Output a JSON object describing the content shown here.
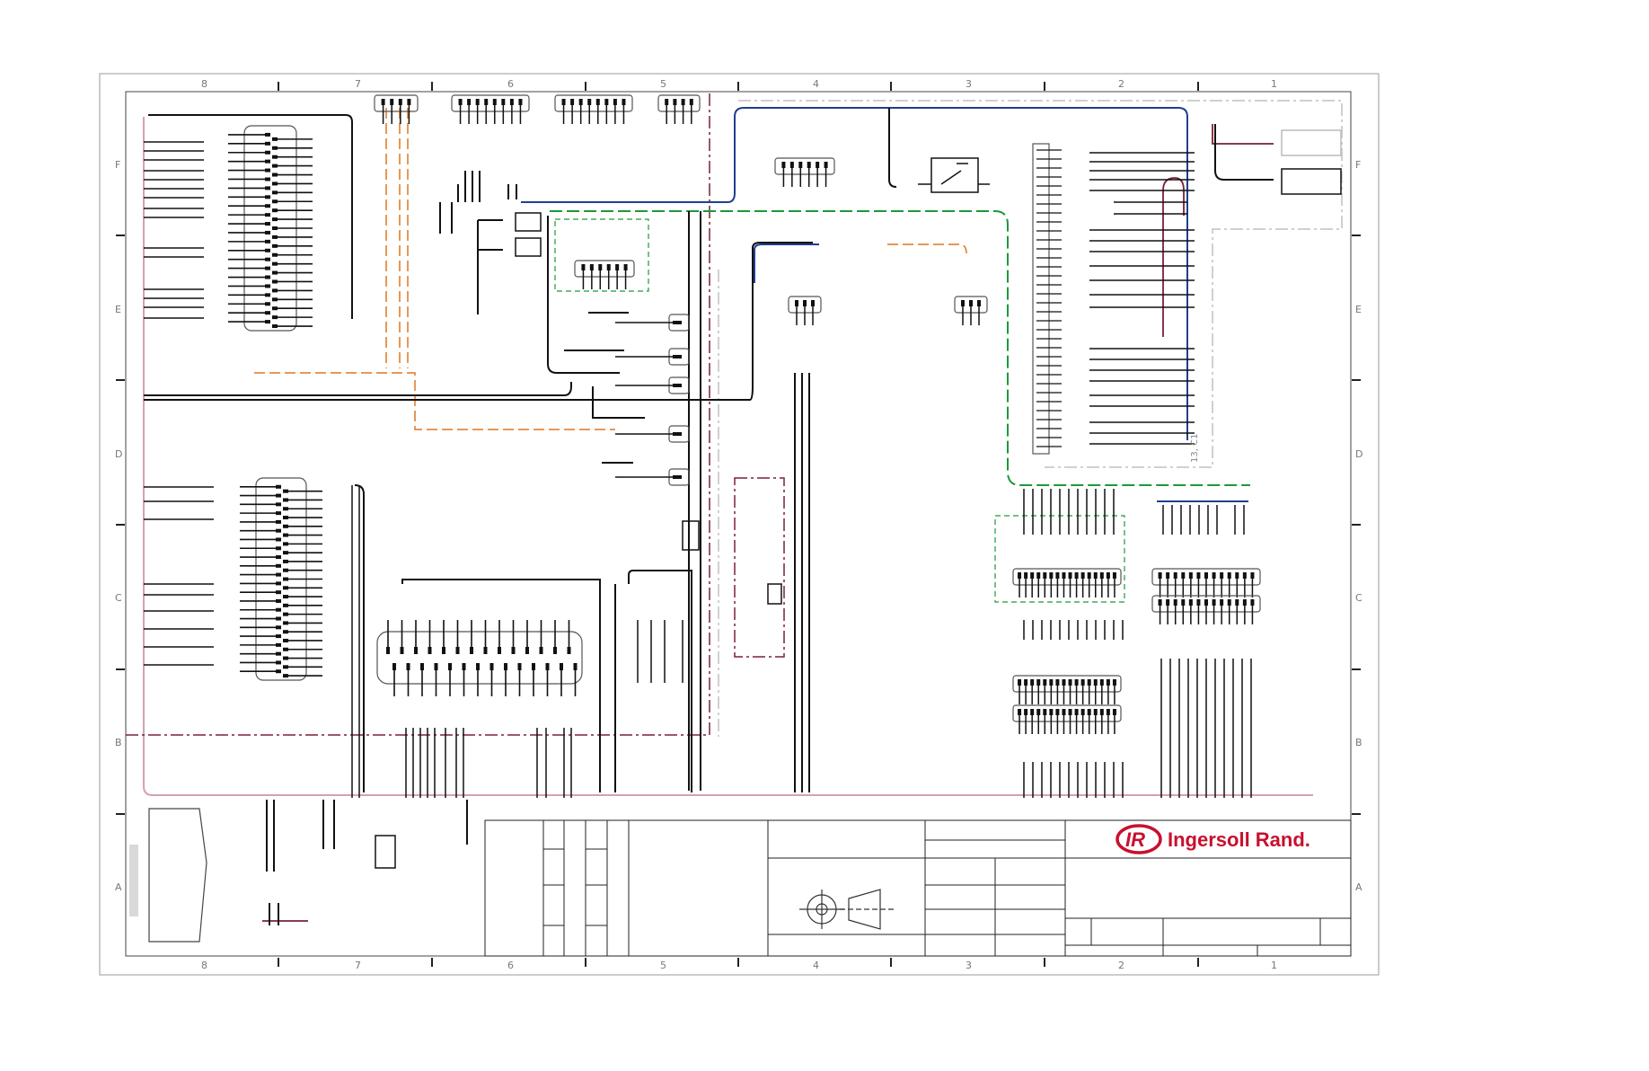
{
  "drawing": {
    "brand": {
      "logo_text": "IR",
      "company_name": "Ingersoll Rand.",
      "color": "#c8102e"
    },
    "zones": {
      "columns": [
        "8",
        "7",
        "6",
        "5",
        "4",
        "3",
        "2",
        "1"
      ],
      "rows": [
        "F",
        "E",
        "D",
        "C",
        "B",
        "A"
      ]
    },
    "side_note": "13, C1",
    "wire_colors": {
      "black": "#111111",
      "blue": "#1f3f8f",
      "green": "#1a9a3a",
      "orange": "#e0761e",
      "maroon": "#7a2035",
      "pink": "#d4a2ae",
      "grey": "#bdbdbd"
    }
  }
}
